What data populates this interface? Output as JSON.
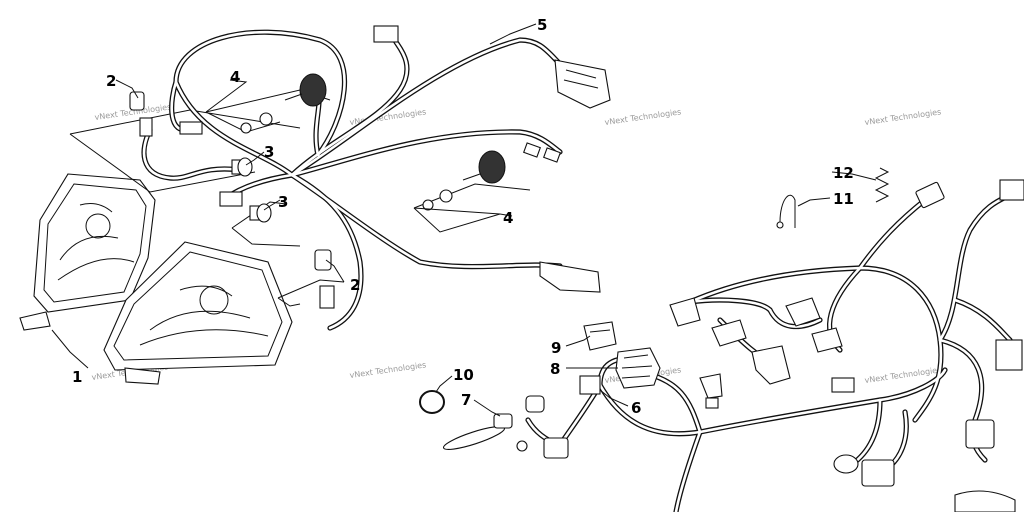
{
  "watermark": {
    "text": "vNext Technologies"
  },
  "callouts": [
    {
      "id": "callout-1",
      "label": "1"
    },
    {
      "id": "callout-2a",
      "label": "2"
    },
    {
      "id": "callout-2b",
      "label": "2"
    },
    {
      "id": "callout-3a",
      "label": "3"
    },
    {
      "id": "callout-3b",
      "label": "3"
    },
    {
      "id": "callout-4a",
      "label": "4"
    },
    {
      "id": "callout-4b",
      "label": "4"
    },
    {
      "id": "callout-5",
      "label": "5"
    },
    {
      "id": "callout-6",
      "label": "6"
    },
    {
      "id": "callout-7",
      "label": "7"
    },
    {
      "id": "callout-8",
      "label": "8"
    },
    {
      "id": "callout-9",
      "label": "9"
    },
    {
      "id": "callout-10",
      "label": "10"
    },
    {
      "id": "callout-11",
      "label": "11"
    },
    {
      "id": "callout-12",
      "label": "12"
    }
  ]
}
